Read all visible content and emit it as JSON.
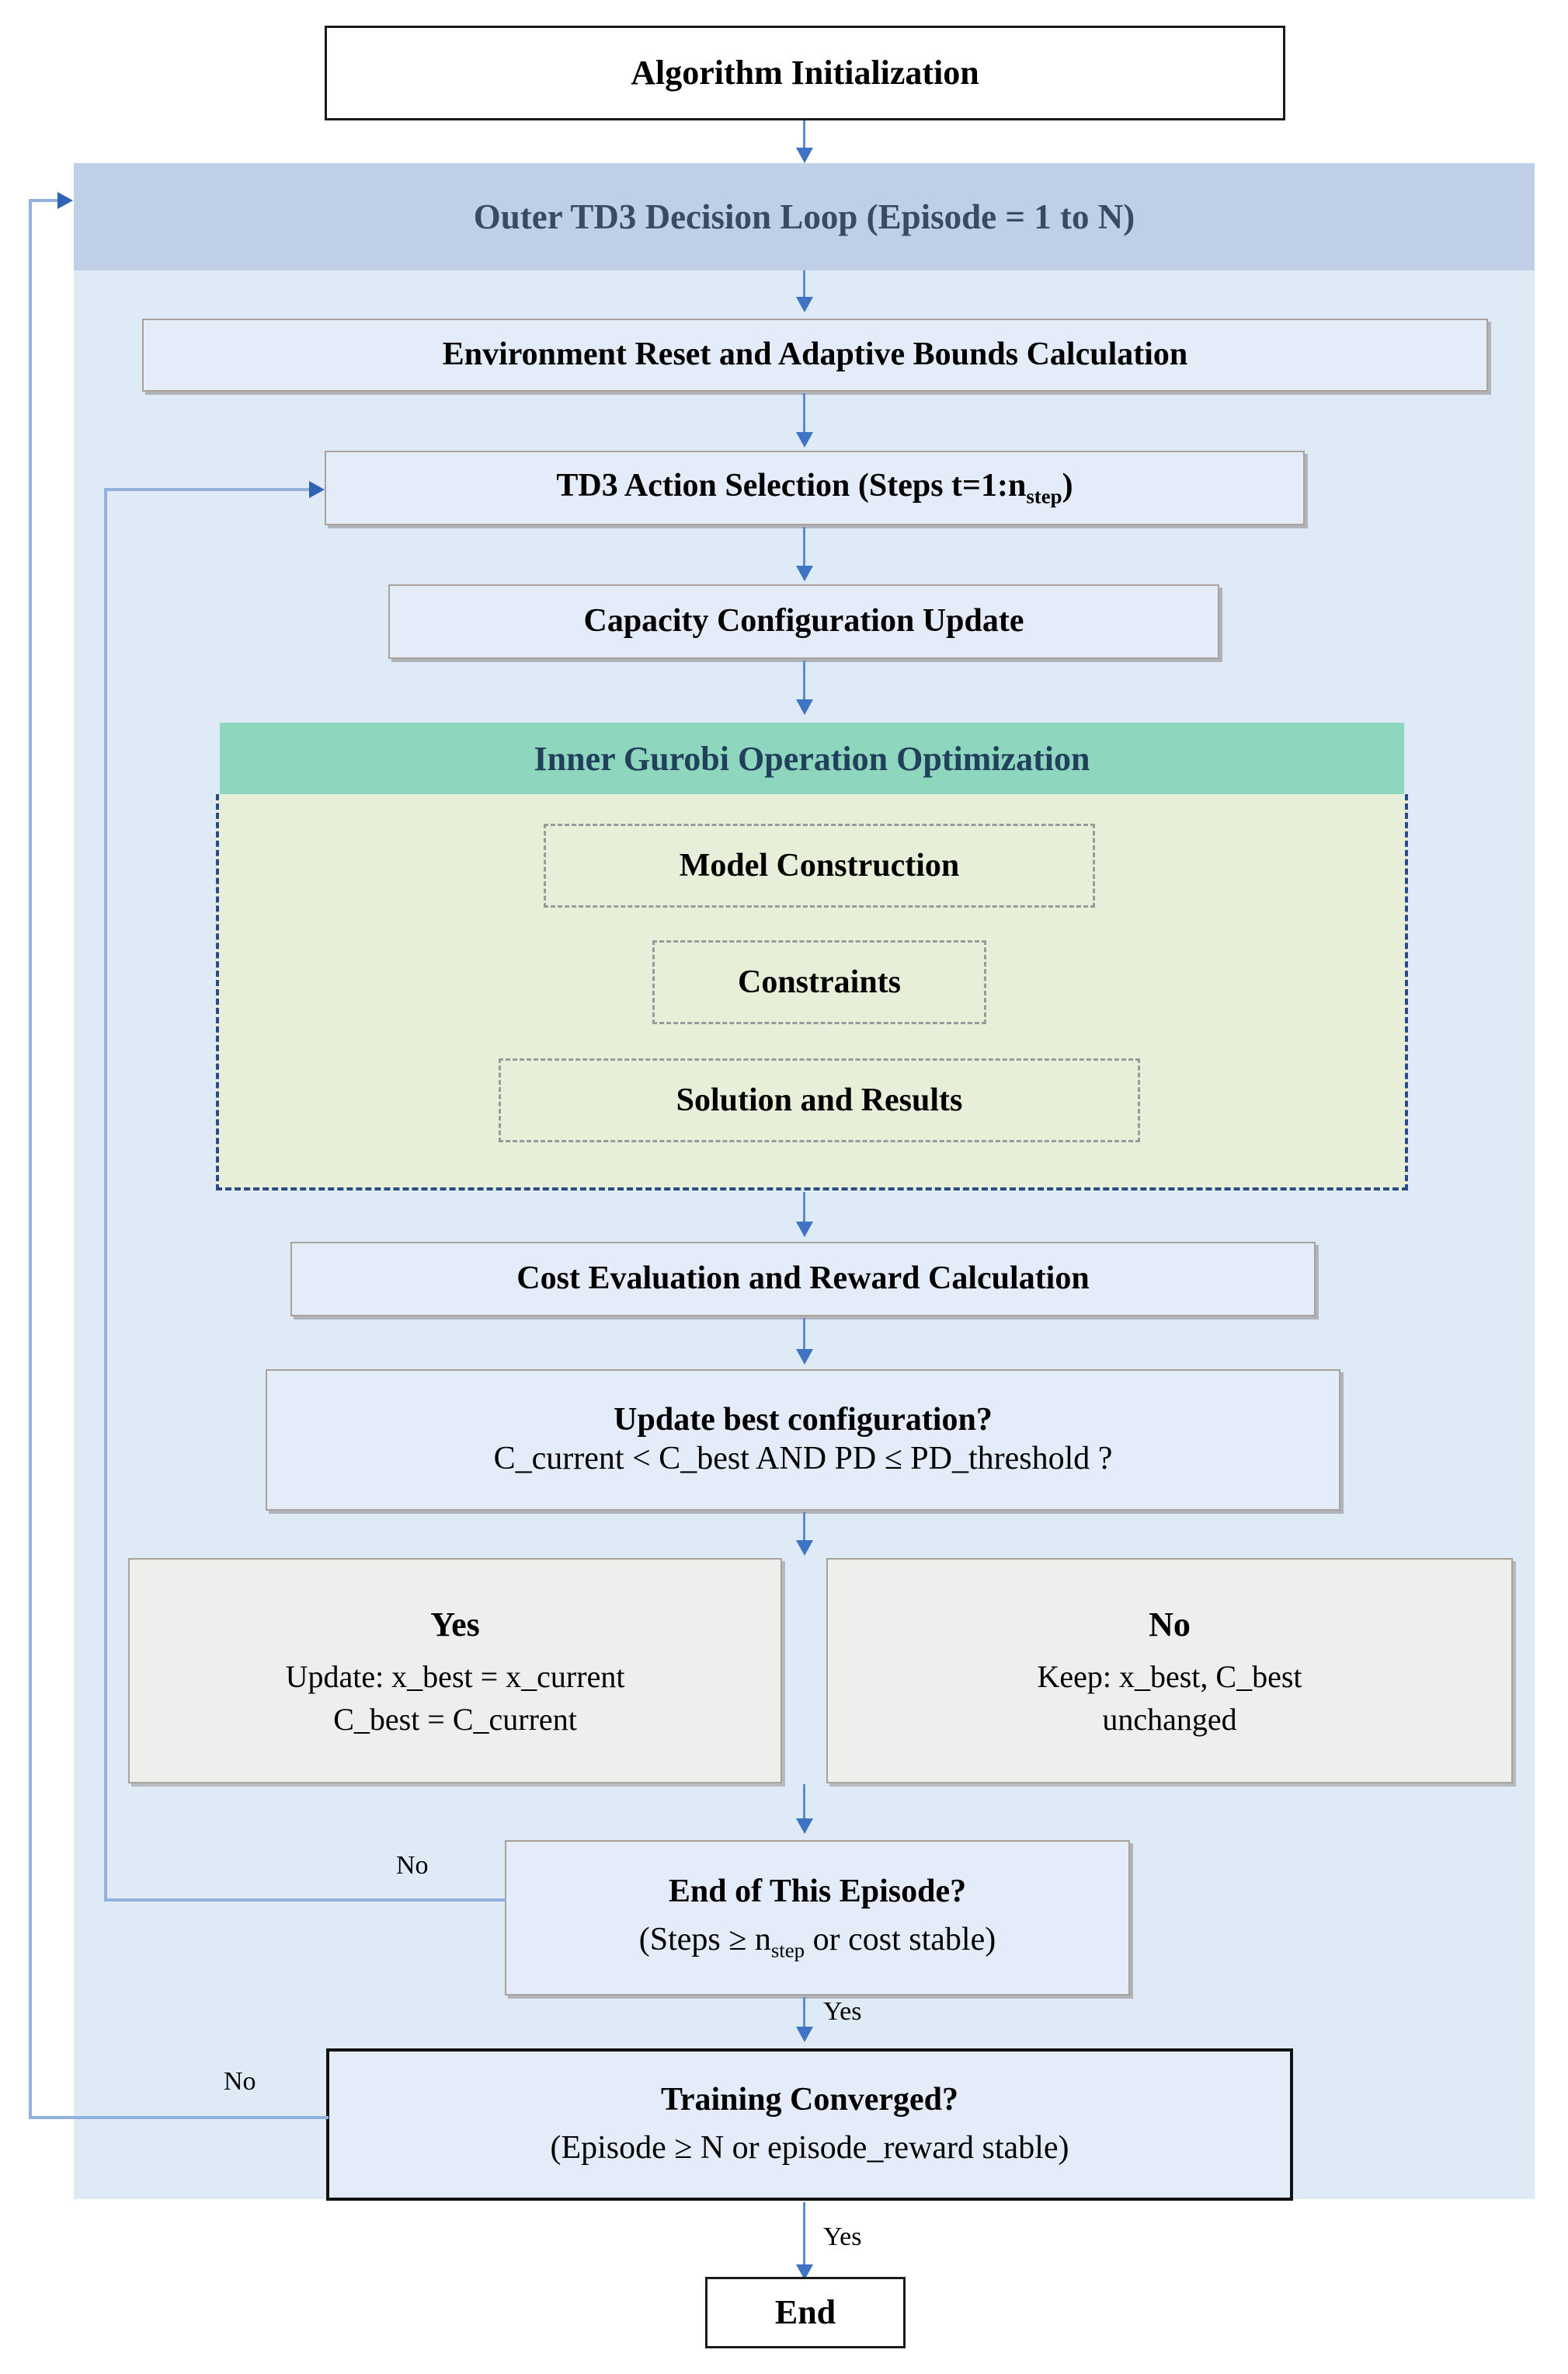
{
  "diagram": {
    "title": "TD3 + Gurobi bi-level optimization algorithm flowchart",
    "colors": {
      "outer_container_fill": "#dfeaf7",
      "outer_header_fill": "#bfcfe8",
      "outer_header_text": "#3a4a63",
      "gurobi_header_fill": "#8ed6bd",
      "gurobi_header_text": "#21405c",
      "gurobi_body_fill": "#e8efd8",
      "gurobi_dashed_border": "#2b4a8a",
      "process_fill": "#e3ecf8",
      "process_border": "#a8a29b",
      "yesno_panel_fill": "#eeeeec",
      "connector_blue": "#3f74c4",
      "loop_line_blue": "#93b1dd",
      "terminator_border": "#1a1a1a"
    },
    "nodes": {
      "start": "Algorithm Initialization",
      "outer_loop_header": "Outer TD3 Decision Loop (Episode = 1 to N)",
      "env_reset": "Environment Reset and Adaptive Bounds Calculation",
      "action_selection_pre": "TD3 Action Selection (Steps t=1:n",
      "action_selection_sub": "step",
      "action_selection_post": ")",
      "capacity_update": "Capacity Configuration Update",
      "gurobi_header": "Inner Gurobi Operation Optimization",
      "gurobi_sub_1": "Model Construction",
      "gurobi_sub_2": "Constraints",
      "gurobi_sub_3": "Solution and Results",
      "cost_eval": "Cost Evaluation and Reward Calculation",
      "update_best_line1": "Update best configuration?",
      "update_best_line2": "C_current < C_best AND PD ≤ PD_threshold ?",
      "yes_head": "Yes",
      "yes_line1": "Update: x_best = x_current",
      "yes_line2": "C_best = C_current",
      "no_head": "No",
      "no_line1": "Keep: x_best, C_best",
      "no_line2": "unchanged",
      "end_episode_line1": "End of This Episode?",
      "end_episode_line2_pre": "(Steps ≥ n",
      "end_episode_line2_sub": "step",
      "end_episode_line2_post": " or cost stable)",
      "training_converged_line1": "Training Converged?",
      "training_converged_line2": "(Episode ≥ N or episode_reward stable)",
      "end": "End"
    },
    "edge_labels": {
      "episode_loop_no": "No",
      "episode_yes": "Yes",
      "training_no": "No",
      "training_yes": "Yes"
    }
  }
}
